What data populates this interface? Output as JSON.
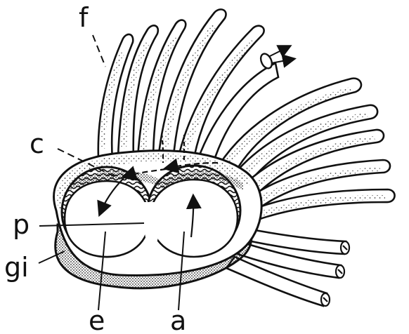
{
  "figure": {
    "labels": {
      "f": "f",
      "c": "c",
      "p": "p",
      "gi": "gi",
      "e": "e",
      "a": "a"
    },
    "colors": {
      "ink": "#111111",
      "background": "#ffffff",
      "stipple": "#333333"
    },
    "icons": {
      "tentacle": "tentacle-shape",
      "flow_arrow": "arrow-icon",
      "stipple": "stipple-pattern"
    }
  }
}
